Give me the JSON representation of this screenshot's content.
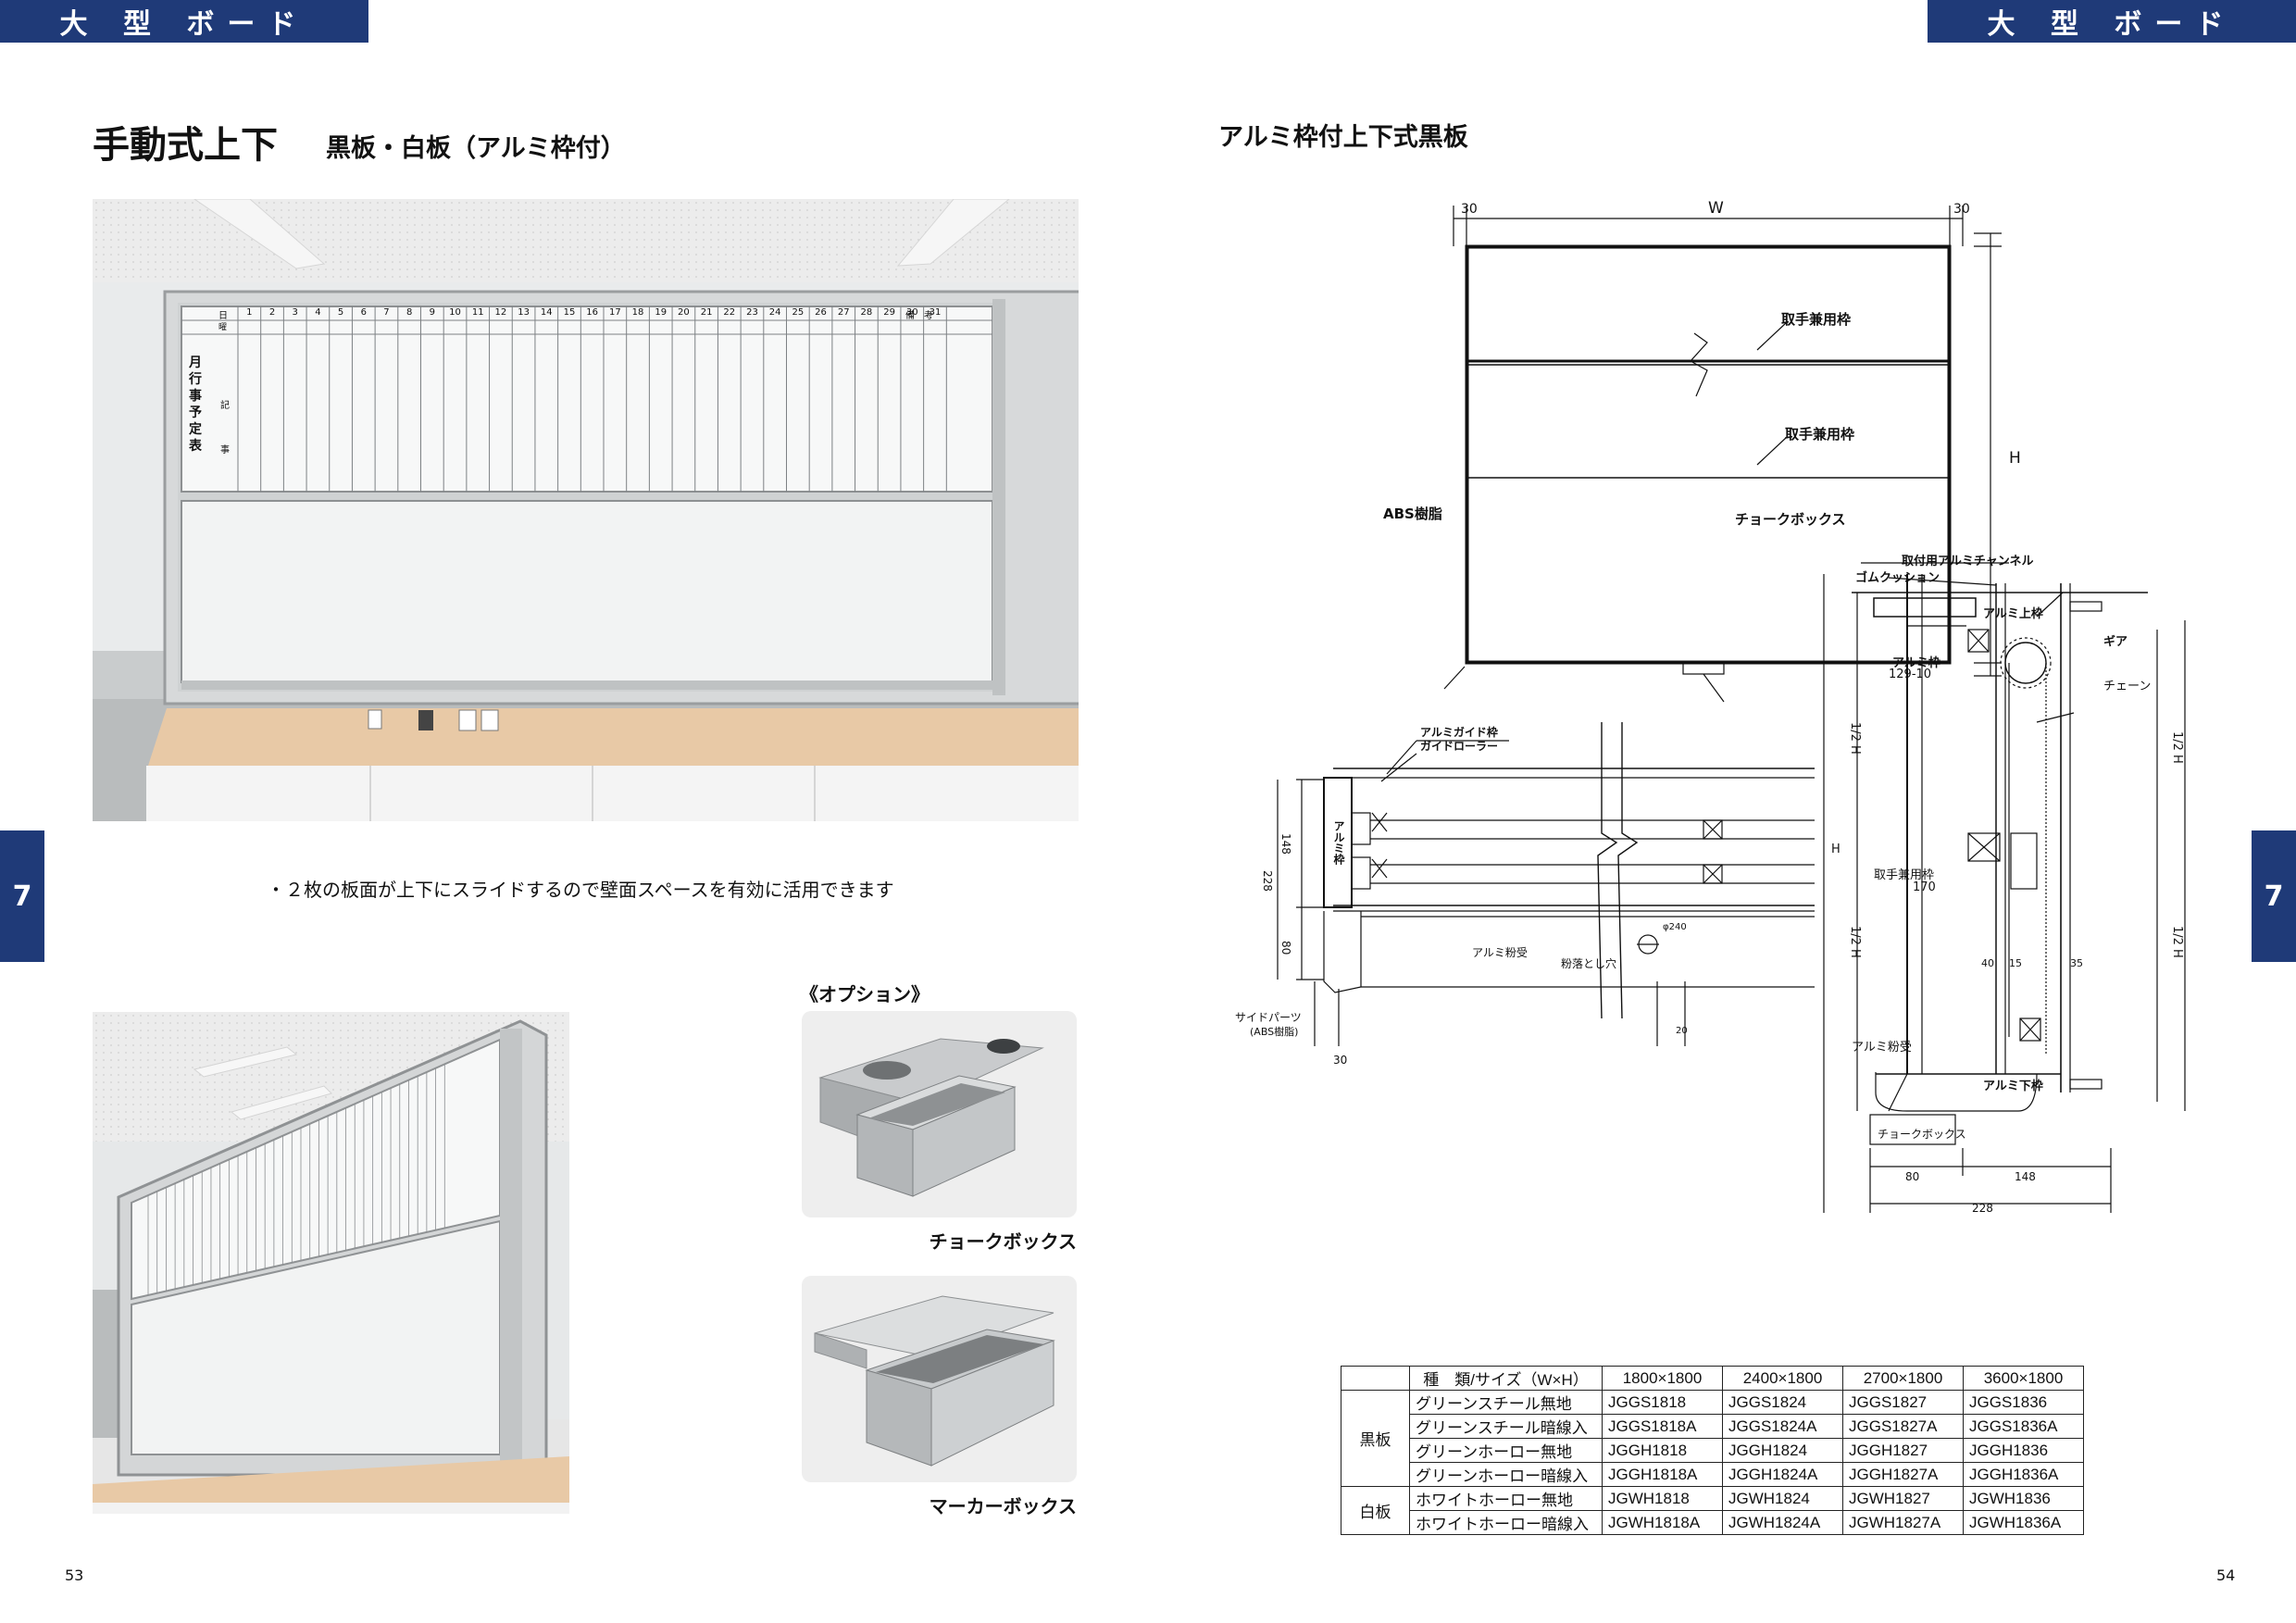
{
  "header": {
    "left_tab": "大 型 ボード",
    "right_tab": "大 型 ボード"
  },
  "side_tabs": {
    "left": "7",
    "right": "7"
  },
  "left_page": {
    "title": "手動式上下",
    "subtitle": "黒板・白板（アルミ枠付）",
    "bullet": "・２枚の板面が上下にスライドするので壁面スペースを有効に活用できます",
    "photo_schedule": {
      "label_day": "日",
      "label_youbi": "曜",
      "days": [
        "1",
        "2",
        "3",
        "4",
        "5",
        "6",
        "7",
        "8",
        "9",
        "10",
        "11",
        "12",
        "13",
        "14",
        "15",
        "16",
        "17",
        "18",
        "19",
        "20",
        "21",
        "22",
        "23",
        "24",
        "25",
        "26",
        "27",
        "28",
        "29",
        "30",
        "31"
      ],
      "label_bikou": "備　考",
      "vertical_title": "月行事予定表",
      "vertical_kiji": "記事"
    },
    "options_heading": "《オプション》",
    "option_captions": [
      "チョークボックス",
      "マーカーボックス"
    ],
    "page_number": "53"
  },
  "right_page": {
    "title": "アルミ枠付上下式黒板",
    "drawing_labels": {
      "w": "W",
      "h": "H",
      "dim_30": "30",
      "handle_frame_1": "取手兼用枠",
      "handle_frame_2": "取手兼用枠",
      "abs_resin": "ABS樹脂",
      "chalk_box": "チョークボックス",
      "channel": "取付用アルミチャンネル",
      "rubber_cushion": "ゴムクッション",
      "alu_upper_frame": "アルミ上枠",
      "alu_frame": "アルミ枠",
      "alu_frame_size": "129-10",
      "gear": "ギア",
      "chain": "チェーン",
      "half_h": "1/2 H",
      "handle_frame_side": "取手兼用枠",
      "handle_170": "170",
      "alu_powder_tray": "アルミ粉受",
      "alu_lower_frame": "アルミ下枠",
      "chalk_box_small": "チョークボックス",
      "dim_80": "80",
      "dim_148": "148",
      "dim_228": "228",
      "guide_frame": "アルミガイド枠",
      "guide_roller": "ガイドローラー",
      "alu_frame_v": "アルミ枠",
      "powder_tray_plan": "アルミ粉受",
      "powder_hole": "粉落とし穴",
      "phi": "φ240",
      "side_parts": "サイドパーツ",
      "side_parts_material": "(ABS樹脂)",
      "dim_20": "20",
      "dim_40": "40",
      "dim_15": "15",
      "dim_35": "35"
    },
    "spec_table": {
      "header": [
        "種　類/サイズ（W×H）",
        "1800×1800",
        "2400×1800",
        "2700×1800",
        "3600×1800"
      ],
      "groups": [
        {
          "group": "黒板",
          "rows": [
            [
              "グリーンスチール無地",
              "JGGS1818",
              "JGGS1824",
              "JGGS1827",
              "JGGS1836"
            ],
            [
              "グリーンスチール暗線入",
              "JGGS1818A",
              "JGGS1824A",
              "JGGS1827A",
              "JGGS1836A"
            ],
            [
              "グリーンホーロー無地",
              "JGGH1818",
              "JGGH1824",
              "JGGH1827",
              "JGGH1836"
            ],
            [
              "グリーンホーロー暗線入",
              "JGGH1818A",
              "JGGH1824A",
              "JGGH1827A",
              "JGGH1836A"
            ]
          ]
        },
        {
          "group": "白板",
          "rows": [
            [
              "ホワイトホーロー無地",
              "JGWH1818",
              "JGWH1824",
              "JGWH1827",
              "JGWH1836"
            ],
            [
              "ホワイトホーロー暗線入",
              "JGWH1818A",
              "JGWH1824A",
              "JGWH1827A",
              "JGWH1836A"
            ]
          ]
        }
      ]
    },
    "page_number": "54"
  }
}
